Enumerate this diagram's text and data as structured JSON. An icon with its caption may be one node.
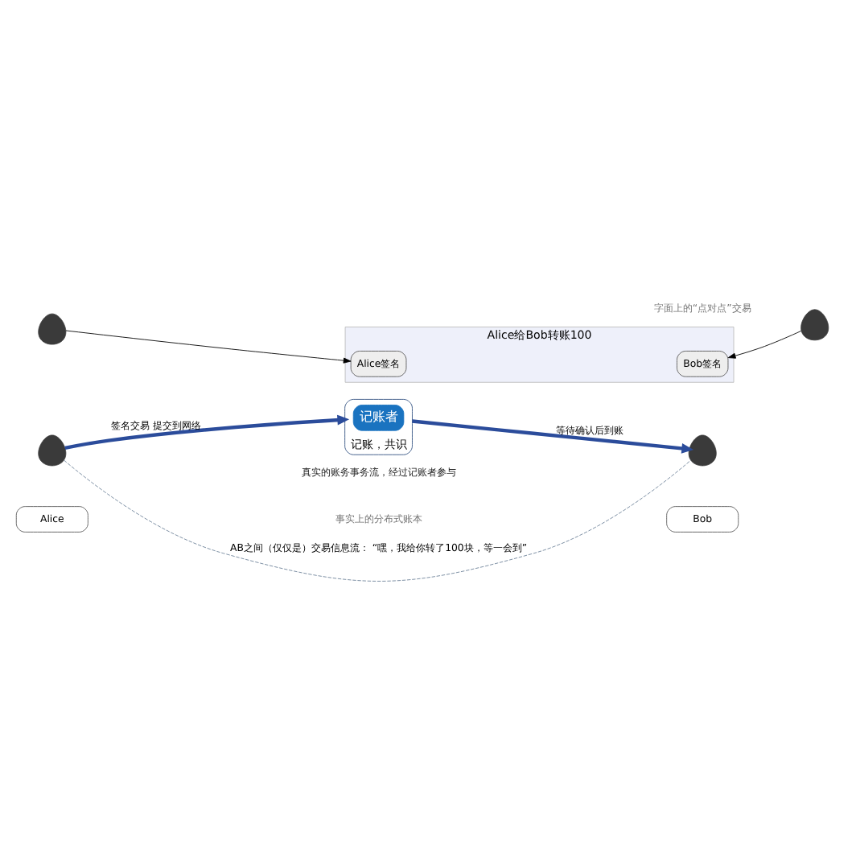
{
  "diagram": {
    "nodes": [
      {
        "text": [
          "Alice给Bob转账100"
        ]
      },
      {
        "text": [
          "Alice签名"
        ],
        "in": 0
      },
      {
        "text": [
          "Bob签名"
        ],
        "in": 0
      },
      {
        "text": [],
        "shape": "person"
      },
      {
        "text": [],
        "shape": "person"
      },
      {
        "text": [
          "记账，共识"
        ]
      },
      {
        "text": [
          "记账者"
        ],
        "in": 5
      },
      {
        "text": [],
        "shape": "person"
      },
      {
        "text": [
          "Alice"
        ]
      },
      {
        "text": [],
        "shape": "person"
      },
      {
        "text": [
          "Bob"
        ]
      }
    ],
    "edges": [
      {
        "from": 3,
        "to": 1,
        "arrow": "to"
      },
      {
        "from": 4,
        "to": 2,
        "arrow": "to"
      },
      {
        "from": 7,
        "to": 5,
        "arrow": "to",
        "label": "签名交易 提交到网络",
        "style": "thick",
        "color": "#2b4c9b"
      },
      {
        "from": 5,
        "to": 9,
        "arrow": "to",
        "label": "等待确认后到账",
        "style": "thick",
        "color": "#2b4c9b"
      },
      {
        "from": 7,
        "to": 9,
        "arrow": "none",
        "label": "AB之间（仅仅是）交易信息流： “嘿，我给你转了100块，等一会到”",
        "style": "dashed",
        "color": "#6d8299"
      }
    ],
    "labels": [
      "字面上的“点对点”交易",
      "真实的账务事务流，经过记账者参与",
      "事实上的分布式账本"
    ]
  }
}
